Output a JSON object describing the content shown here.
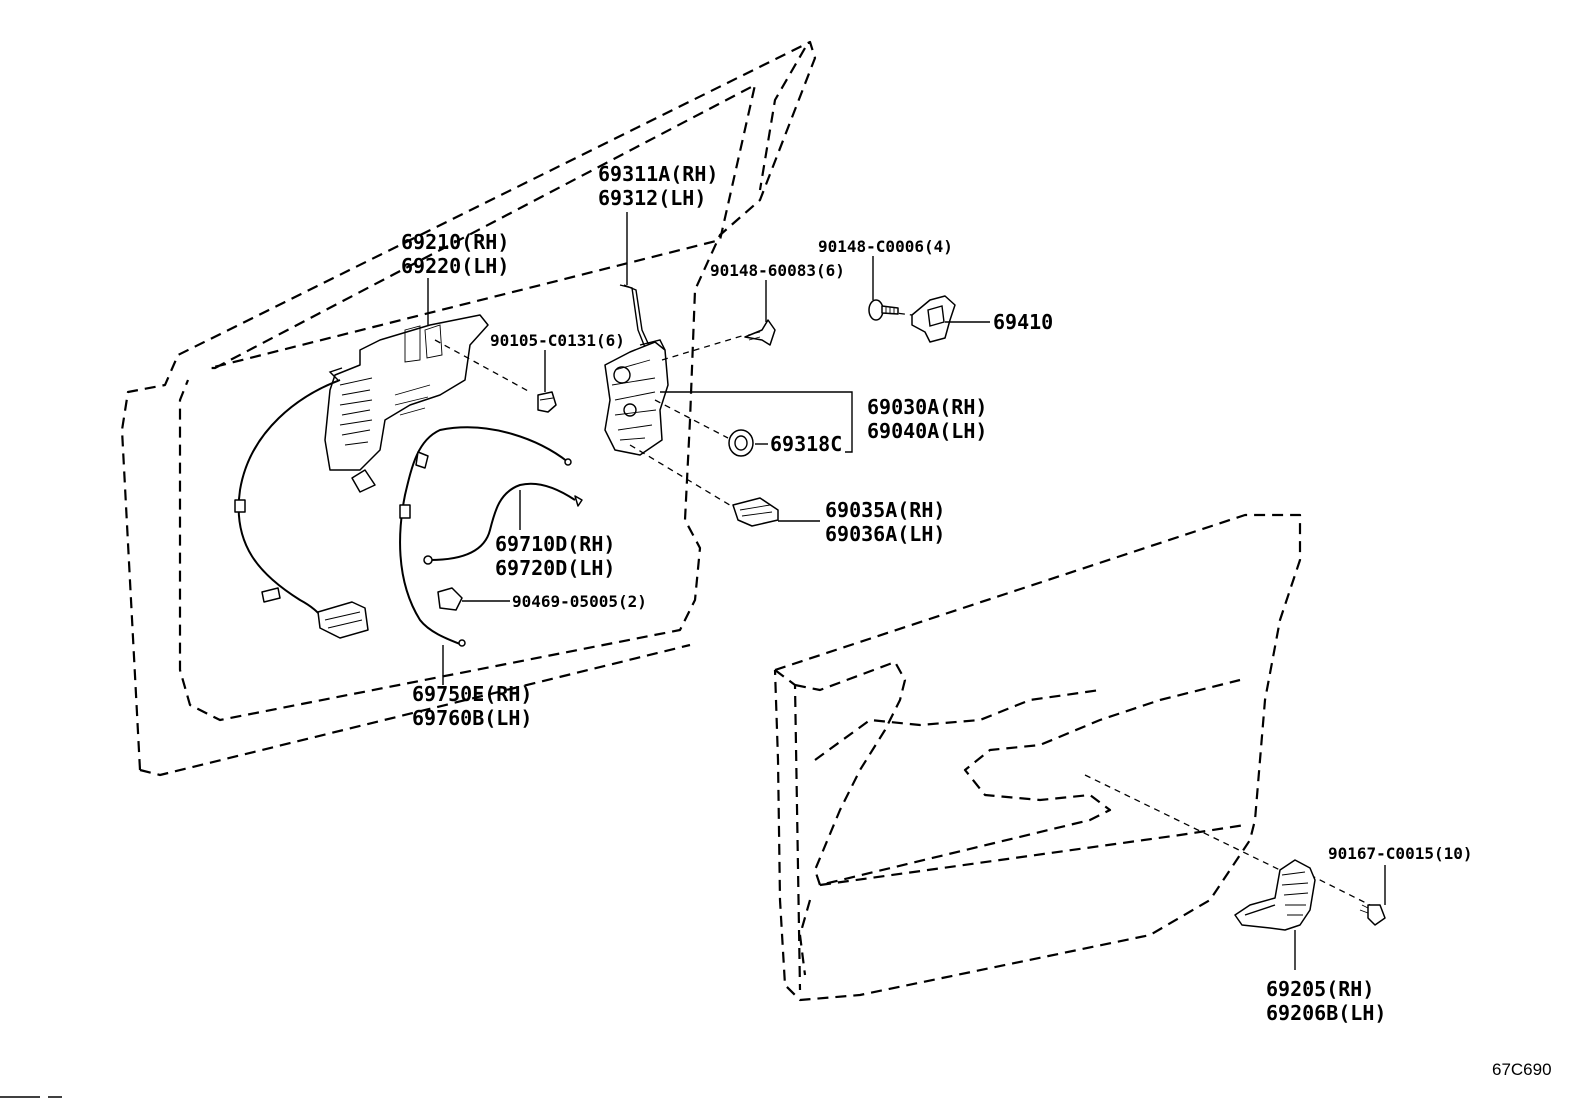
{
  "labels": {
    "rod_rh": "69311A(RH)",
    "rod_lh": "69312(LH)",
    "outer_handle_rh": "69210(RH)",
    "outer_handle_lh": "69220(LH)",
    "screw_c0006": "90148-C0006(4)",
    "screw_60083": "90148-60083(6)",
    "striker": "69410",
    "bolt_c0131": "90105-C0131(6)",
    "lock_rh": "69030A(RH)",
    "lock_lh": "69040A(LH)",
    "grommet": "69318C",
    "cover_rh": "69035A(RH)",
    "cover_lh": "69036A(LH)",
    "cable_d_rh": "69710D(RH)",
    "cable_d_lh": "69720D(LH)",
    "clip": "90469-05005(2)",
    "cable_e_rh": "69750E(RH)",
    "cable_e_lh": "69760B(LH)",
    "screw_c0015": "90167-C0015(10)",
    "inner_handle_rh": "69205(RH)",
    "inner_handle_lh": "69206B(LH)"
  },
  "diagram_code": "67C690"
}
